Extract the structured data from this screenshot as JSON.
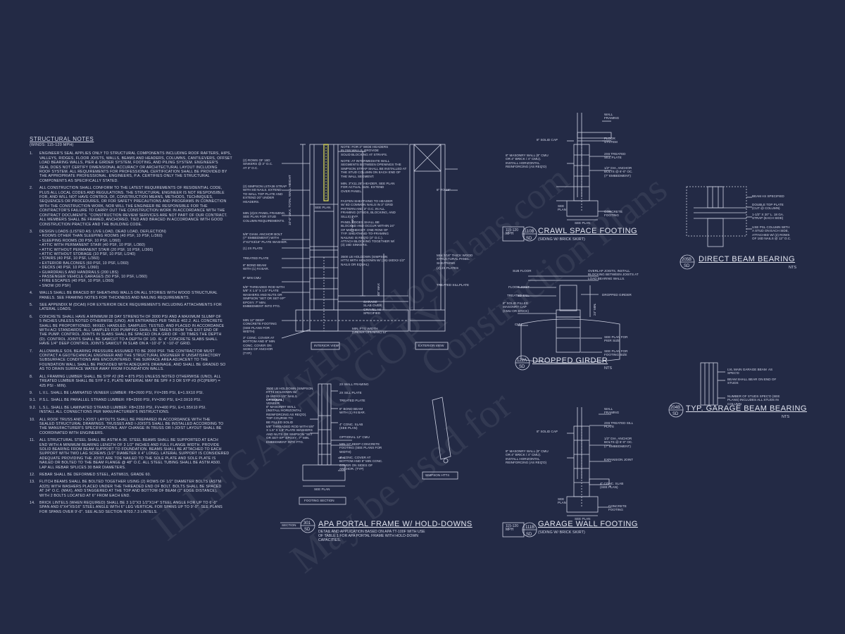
{
  "structural_notes": {
    "title": "STRUCTURAL NOTES",
    "subtitle": "(Winds: 115-120 mph)",
    "items": [
      {
        "num": "1.",
        "lines": [
          "ENGINEER'S SEAL APPLIES ONLY TO STRUCTURAL COMPONENTS INCLUDING ROOF RAFTERS, HIPS,",
          "VALLEYS, RIDGES, FLOOR JOISTS, WALLS, BEAMS AND HEADERS, COLUMNS, CANTILEVERS, OFFSET",
          "LOAD BEARING WALLS, PIER & GIRDER SYSTEM, FOOTING, AND PILING SYSTEM. ENGINEER'S",
          "SEAL DOES NOT CERTIFY DIMENSIONAL ACCURACY OR ARCHITECTURAL LAYOUT INCLUDING",
          "ROOF SYSTEM. ALL REQUIREMENTS FOR PROFESSIONAL CERTIFICATION SHALL BE PROVIDED BY",
          "THE APPROPRIATE PROFESSIONAL.  ENGINEERS, P.A. CERTIFIES ONLY THE STRUCTURAL",
          "COMPONENTS AS SPECIFICALLY STATED."
        ]
      },
      {
        "num": "2.",
        "lines": [
          "ALL CONSTRUCTION SHALL CONFORM TO THE LATEST REQUIREMENTS OF RESIDENTIAL CODE,",
          "PLUS ALL LOCAL CODES AND REGULATIONS. THE STRUCTURAL ENGINEER IS NOT RESPONSIBLE",
          "FOR, AND WILL NOT HAVE CONTROL OF, CONSTRUCTION MEANS, METHODS, TECHNIQUES,",
          "SEQUENCES OR PROCEDURES, OR FOR SAFETY PRECAUTIONS AND PROGRAMS IN CONNECTION",
          "WITH THE CONSTRUCTION WORK, NOR WILL THE ENGINEER BE RESPONSIBLE FOR THE",
          "CONTRACTOR'S FAILURE TO CARRY OUT THE CONSTRUCTION WORK IN ACCORDANCE WITH THE",
          "CONTRACT DOCUMENTS. \"CONSTRUCTION REVIEW SERVICES ARE NOT PART OF OUR CONTRACT.",
          "ALL MEMBERS SHALL BE FRAMED, ANCHORED, TIED AND BRACED IN ACCORDANCE WITH GOOD",
          "CONSTRUCTION PRACTICE AND THE BUILDING CODE."
        ]
      },
      {
        "num": "3.",
        "lines": [
          "DESIGN LOADS (LISTED AS: LIVE LOAD, DEAD LOAD, DEFLECTION)",
          "• ROOMS OTHER THAN SLEEPING ROOMS (40 PSF, 10 PSF, L/360)",
          "• SLEEPING ROOMS (30 PSF, 10 PSF, L/360)",
          "• ATTIC WITH PERMANENT STAIR (40 PSF, 10 PSF, L/360)",
          "• ATTIC WITHOUT PERMANENT STAIR (20 PSF, 10 PSF, L/360)",
          "• ATTIC WITHOUT STORAGE (10 PSF, 10 PSF, L/240)",
          "• STAIRS (40 PSF, 10 PSF, L/360)",
          "• EXTERIOR BALCONIES (60 PSF, 10 PSF, L/360)",
          "• DECKS (40 PSF, 10 PSF, L/360)",
          "• GUARDRAILS AND HANDRAILS (200 LBS)",
          "• PASSENGER VEHICLE GARAGES (50 PSF, 10 PSF, L/360)",
          "• FIRE ESCAPES (40 PSF, 10 PSF, L/360)",
          "• SNOW (20 PSF)"
        ]
      },
      {
        "num": "4.",
        "lines": [
          "WALLS SHALL BE BRACED BY SHEATHING WALLS ON ALL STORIES WITH WOOD STRUCTURAL",
          "PANELS. SEE FRAMING NOTES FOR THICKNESS AND NAILING REQUIREMENTS."
        ]
      },
      {
        "num": "5.",
        "lines": [
          "SEE APPENDIX M (DCA6) FOR EXTERIOR DECK REQUIREMENTS INCLUDING ATTACHMENTS FOR",
          "LATERAL LOADS."
        ]
      },
      {
        "num": "6.",
        "lines": [
          "CONCRETE SHALL HAVE A MINIMUM 28 DAY STRENGTH OF 3000 PSI AND A MAXIMUM SLUMP OF",
          "5 INCHES UNLESS NOTED OTHERWISE (UNO). AIR ENTRAINED PER TABLE 402.2. ALL CONCRETE",
          "SHALL BE PROPORTIONED, MIXED, HANDLED, SAMPLED, TESTED, AND PLACED IN ACCORDANCE",
          "WITH ACI STANDARDS. ALL SAMPLES FOR PUMPING SHALL BE TAKEN FROM THE EXIT END OF",
          "THE PUMP. CONTROL JOINTS IN SLABS SHALL BE SPACED ON A GRID OF ~30 TIMES THE DEPTH",
          "(D). CONTROL JOINTS SHALL BE SAWCUT TO A DEPTH OF 1/D. IE: 4\" CONCRETE SLABS SHALL",
          "HAVE 1/4\" DEEP CONTROL JOINTS SAWCUT IN SLAB ON A ~10'-0\" x ~10'-0\" GRID."
        ]
      },
      {
        "num": "7.",
        "lines": [
          "ALLOWABLE SOIL BEARING PRESSURE ASSUMED TO BE 2000 PSF. THE CONTRACTOR MUST",
          "CONTACT A GEOTECHNICAL ENGINEER AND THE STRUCTURAL ENGINEER IF UNSATISFACTORY",
          "SUBSURFACE CONDITIONS ARE ENCOUNTERED. THE SURFACE AREA ADJACENT TO THE",
          "FOUNDATION WALL SHALL BE PROVIDED WITH ADEQUATE DRAINAGE, AND SHALL BE GRADED SO",
          "AS TO DRAIN SURFACE WATER AWAY FROM FOUNDATION WALLS."
        ]
      },
      {
        "num": "8.",
        "lines": [
          "ALL FRAMING LUMBER SHALL BE SYP #2 (Fb = 875 PSI) UNLESS NOTED OTHERWISE (UNO). ALL",
          "TREATED LUMBER SHALL BE SYP # 2, PLATE MATERIAL MAY BE SPF # 3 OR SYP #3 (Fc(perp) =",
          "425 PSI - MIN)."
        ]
      },
      {
        "num": "9.",
        "lines": [
          "L.V.L. SHALL BE LAMINATED VENEER LUMBER: Fb=2600 PSI, Fv=285 PSI, E=1.9X10  PSI."
        ]
      },
      {
        "num": "9.1.",
        "lines": [
          "P.S.L. SHALL BE PARALLEL STRAND LUMBER: Fb=2900 PSI, Fv=290 PSI, E=2.0X10  PSI."
        ]
      },
      {
        "num": "9.2.",
        "lines": [
          "L.S.L. SHALL BE LAMINATED STRAND LUMBER: Fb=2250 PSI, Fv=400 PSI, E=1.55X10  PSI.",
          "INSTALL ALL CONNECTIONS PER MANUFACTURER'S INSTRUCTIONS."
        ]
      },
      {
        "num": "10.",
        "lines": [
          "ALL ROOF TRUSS AND I-JOIST LAYOUTS SHALL BE PREPARED IN ACCORDANCE WITH THE",
          "SEALED STRUCTURAL DRAWINGS. TRUSSES AND I-JOISTS SHALL BE INSTALLED ACCORDING TO",
          "THE MANUFACTURER'S SPECIFICATIONS. ANY CHANGE IN TRUSS OR I-JOIST LAYOUT SHALL BE",
          "COORDINATED WITH  ENGINEERS."
        ]
      },
      {
        "num": "11.",
        "lines": [
          "ALL STRUCTURAL STEEL SHALL BE ASTM A-36. STEEL BEAMS SHALL BE SUPPORTED AT EACH",
          "END WITH A MINIMUM BEARING LENGTH OF 3 1/2\" INCHES AND FULL FLANGE WIDTH. PROVIDE",
          "SOLID BEARING FROM BEAM SUPPORT TO FOUNDATION. BEAMS SHALL BE ATTACHED TO EACH",
          "SUPPORT WITH TWO LAG SCREWS (1/2\" DIAMETER x 4\" LONG). LATERAL SUPPORT IS CONSIDERED",
          "ADEQUATE PROVIDING THE JOIST ARE TOE NAILED TO THE SOLE PLATE AND SOLE PLATE IS",
          "NAILED OR BOLTED TO THE BEAM FLANGE @ 48\" O.C. ALL STEEL TUBING SHALL BE ASTM A500.",
          "LAP ALL REBAR SPLICES 30 BAR DIAMETERS."
        ]
      },
      {
        "num": "12.",
        "lines": [
          "REBAR SHALL BE DEFORMED STEEL, ASTM615, GRADE 60."
        ]
      },
      {
        "num": "13.",
        "lines": [
          "FLITCH BEAMS SHALL BE BOLTED TOGETHER USING (2) ROWS OF 1/2\" DIAMETER BOLTS (ASTM",
          "A325) WITH WASHERS PLACED UNDER THE THREADED END OF BOLT. BOLTS SHALL BE SPACED",
          "AT 24\" O.C. (MAX), AND STAGGERED AT THE TOP AND BOTTOM OF BEAM (2\" EDGE DISTANCE),",
          "WITH 2 BOLTS LOCATED AT 6\" FROM EACH END."
        ]
      },
      {
        "num": "14.",
        "lines": [
          "BRICK LINTELS (WHEN REQUIRED) SHALL BE 3 1/2\"x3 1/2\"x1/4\" STEEL ANGLE FOR UP TO 6'-0\"",
          "SPAN AND 6\"x4\"x5/16\" STEEL ANGLE WITH 6\" LEG VERTICAL FOR SPANS UP TO 9'-0\". SEE PLANS",
          "FOR SPANS OVER 9'-0\". SEE ALSO SECTION R703.7.3 LINTELS."
        ]
      }
    ]
  },
  "portal_frame": {
    "callouts_left": [
      "(2) ROWS OF 16d\nSINKERS @ 3\" O.C.\nAT 3\" O.C.",
      "(2) SIMPSON LSTA36 STRAP\nWITH 8d NAILS. EXTEND\nTO WALL TOP PLATE AND\nEXTEND 20\" UNDER\nHEADERS.",
      "MIN (2)2X PANEL FRAMING,\nSEE PLAN FOR STUD\nCOLUMN REQUIREMENTS.",
      "5/8\" DIAM. ANCHOR BOLT\n(7\" EMBEDMENT) WITH\n2\"x2\"x3/16\" PLATE WASHER.",
      "(1) 2x PLATE",
      "TREATED PLATE",
      "8\" BOND BEAM\nWITH (1) #4 BAR.",
      "8\" MIN CMU",
      "5/8\" THREADED ROD WITH\n5/8\" x 1.5\" x 1.5\" PLATE\nWASHERS AND NUTS OR\nSIMPSON \"SET OR SET-XP\"\nEPOXY. 7\" MIN.\nEMBEDMENT INTO FTG.",
      "MIN 12\" DEEP\nCONCRETE FOOTING\n(SEE PLANS FOR\nWIDTH)",
      "3\" CONC. COVER AT\nBOTTOM AND 8\" MIN\nCONC. COVER ON\nSIDES OF ANCHOR\n(TYP)"
    ],
    "callouts_mid": [
      "NOTE: FOR 3\" WIDE HEADERS\nIN 2x6 WALLS, PROVIDE\nSOLID BLOCKING AT STRAPS.",
      "NOTE: AT INTERMEDIATE WALL\nSEGMENTS BETWEEN OPENINGS THE\nSIMPSON STRAP SHALL BE INSTALLED AT\nTHE STUD COLUMN ON EACH END OF\nTHE WALL SEGMENT.",
      "MIN. 3\"x11.25\" HEADER, SEE PLAN\nFOR ACTUAL SIZE. EXTEND\nOVER PANEL.",
      "FASTEN SHEATHING TO HEADER\nW/ 8d COMMON NAILS IN 3\" GRID\nPATTERN AND 3\" O.C. IN ALL\nFRAMING (STUDS, BLOCKING, AND\nSILLS) TYP.",
      "PANEL EDGES SHALL BE\nBLOCKED AND OCCUR WITHIN 24\"\nOF MID-HEIGHT. ONE ROW OF\nTYP. SHEATHING-TO-FRAMING\nNAILING IS REQ'D (3\" O.C.).\nATTACH BLOCKING TOGETHER W/\n(3) 16d SINKERS.",
      "3500 LB HOLDOWN (SIMPSON\nHTT4 WITH HOLDOWN W/ (18)-16dx2-1/2\"\nNAILS OR EQUAL)",
      "GARAGE\nSLAB OVER\nGRAVEL AS\nSPECIFIED",
      "MIN 7/16\" THICK WOOD\nSTRUCTURAL PANEL\nSHEATHING",
      "(2) 2x PLATES",
      "TREATED SILLPLATE",
      "MIN. FTG WIDTH\n(UNDER OPENING) 12\""
    ],
    "dim_see_plan": "SEE PLAN",
    "dim_height": "10'-0\" MAX. TOTAL WALL HEIGHT",
    "dim_header": "10'-0\" MAX",
    "dim_max": "48\" MAX",
    "dim_6to18": "6\" TO 18\"",
    "interior_label": "INTERIOR VIEW",
    "exterior_label": "EXTERIOR VIEW",
    "footing_callouts_left": [
      "3500 LB HOLDOWN (SIMPSON\nHTT4 HOLDOWN W/\n(8-16dx2-1/2\" NAILS\nOR EQUAL)",
      "OPTIONAL\nVENEER",
      "8\" MASONRY WALL\n(INSTALL HORIZONTAL\nREINFORCING AS REQ'D).\nTOP COURSE TO\nBE FILLED SOLID",
      "5/8\" THREADED ROD WITH 5/8\"\nx 1.5\" x 1.5\" PLATE WASHERS\nAND NUTS OR SIMPSON \"SET\nOR SET-XP\" EPOXY.  7\" MIN.\nEMBEDMENT INTO FTG."
    ],
    "footing_callouts_right": [
      "2x SILL PLATE",
      "TREATED PLATE",
      "8\" BOND BEAM\nWITH (1) #4 BAR.",
      "4\" CONC. SLAB\n(SEE PLAN)",
      "OPTIONAL 12\" CMU",
      "MIN 12\" DEEP CONCRETE\nFOOTING (SEE PLANS FOR\nWIDTH)",
      "3\" CONC. COVER AT\nBOTTOM AND 8\" MIN CONC.\nCOVER ON SIDES OF\nANCHOR. (TYP)",
      "2x WALL FRAMING"
    ],
    "footing_label": "FOOTING SECTION",
    "simpson_label": "SIMPSON HTT4",
    "bubble_prefix": "SECTION",
    "bubble_num": "301",
    "bubble_sheet": "SD",
    "title": "APA PORTAL FRAME W/ HOLD-DOWNS",
    "desc": "DETAIL AND APPLICATION BASED ON APA TT-100F WITH USE\nOF TABLE 1 FOR APA PORTAL FRAME WITH HOLD-DOWN\nCAPACITIES."
  },
  "crawl_space": {
    "callouts_right": [
      "WALL\nFRAMING",
      "FLOOR\nSYSTEM",
      "2x6 TREATED\nSILL PLATE",
      "1/2\" DIA. ANCHOR\nBOLTS @ 6'-0\" OC.\n(7\" EMBEDMENT)",
      "CONCRETE\nFOOTING"
    ],
    "callouts_left": [
      "8\" SOLID CAP",
      "8\" MASONRY WALL (8\" CMU\nOR 4\" BRICK / 4\" CMU).\nINSTALL HORIZONTAL\nREINFORCING (AS REQ'D)"
    ],
    "see_plan_v": "SEE\nPLAN",
    "see_plan_h": "SEE PLAN",
    "bubble_a": "115-120\nMPH",
    "bubble_num": "110B",
    "bubble_sheet": "SD",
    "title": "CRAWL SPACE FOOTING",
    "subtitle": "(SIDING W/ BRICK SKIRT)"
  },
  "direct_beam": {
    "callouts": [
      "BEAM AS SPECIFIED",
      "DOUBLE TOP PLATE\n(CUT @ COLUMN)",
      "1-1/2\" x 20\" L. 18 GA.\nSTRAP (EACH SIDE)",
      "USE PSL COLUMN WITH\nA STUD ON EACH SIDE,\nATTACHED W/ (2) ROWS\nOF 16d NAILS @ 12\" O.C."
    ],
    "bubble_num": "205B",
    "bubble_sheet": "SD",
    "title": "DIRECT BEAM BEARING",
    "nts": "NTS"
  },
  "dropped_girder": {
    "callouts_left": [
      "SUB FLOOR",
      "FLOOR JOIST",
      "TREATED SILL",
      "8\" SOLID FILLED\nMASONRY CAP\n(CMU OR BRICK)",
      "CMU"
    ],
    "callouts_right": [
      "OVERLAP JOISTS, INSTALL\nBLOCKING BETWEEN JOISTS AT\nLOAD BEARING WALLS.",
      "DROPPED GIRDER",
      "SEE PLAN FOR\nPIER SIZE",
      "SEE PLAN FOR\nFOOTING SIZE"
    ],
    "dim": "24\" MIN.",
    "bubble_num": "122A",
    "bubble_sheet": "SD",
    "title": "DROPPED GIRDER",
    "nts": "NTS"
  },
  "garage_beam": {
    "callouts": [
      "LVL MAIN GARAGE BEAM  AS\nSPEC'D",
      "BEAM SHALL BEAR ON END OF\nSTUDS",
      "NUMBER OF STUDS SPEC'D (SEE\nPLANS) INCLUDES ALL STUDS IN\nCOLUMN"
    ],
    "bubble_num": "204B",
    "bubble_sheet": "SD",
    "title": "TYP. GARAGE BEAM BEARING",
    "nts": "NTS"
  },
  "garage_wall": {
    "callouts_right": [
      "WALL\nFRAMING",
      "2x6 TREATED SILL\nPLATE",
      "1/2\" DIA. ANCHOR\nBOLTS @ 6'-0\" OC.\n(7\" EMBEDMENT)",
      "EXPANSION JOINT",
      "4\" CONC. SLAB\n(SEE PLAN)",
      "CONCRETE\nFOOTING"
    ],
    "callouts_left": [
      "8\" SOLID CAP",
      "8\" MASONRY WALL (8\" CMU\nOR 4\" BRICK / 4\" CMU).\nINSTALL HORIZONTAL\nREINFORCING (AS REQ'D)"
    ],
    "see_plan_v": "SEE\nPLAN",
    "see_plan_h": "SEE PLAN",
    "bubble_a": "115-120\nMPH",
    "bubble_num": "111B",
    "bubble_sheet": "SD",
    "title": "GARAGE WALL FOOTING",
    "subtitle": "(SIDING W/ BRICK SKIRT)"
  },
  "watermarks": [
    "ILLEGAL TO COPY",
    "MyHomeFloorPlans.com",
    "Construction Plans",
    "May be used for"
  ]
}
